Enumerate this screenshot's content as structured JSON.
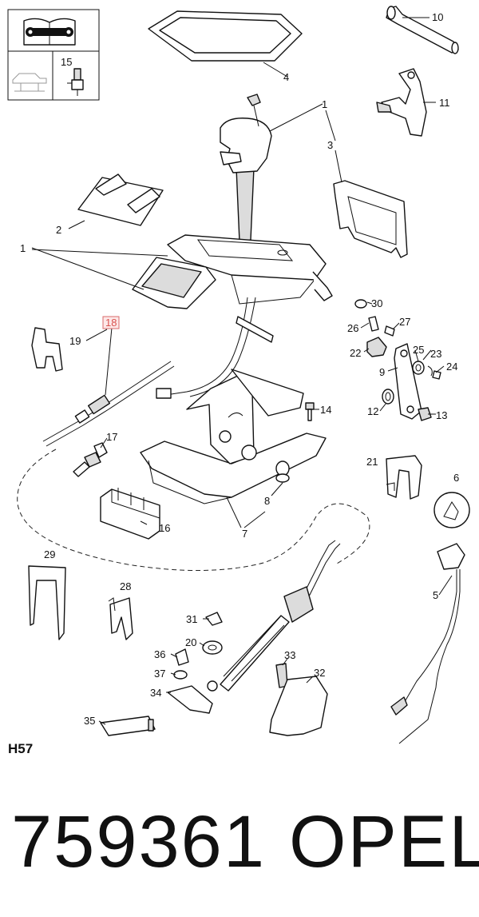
{
  "diagram_code": "H57",
  "part_number": "759361",
  "brand": "OPEL",
  "highlighted_ref": "18",
  "callouts": [
    "1",
    "2",
    "3",
    "4",
    "5",
    "6",
    "7",
    "8",
    "9",
    "10",
    "11",
    "12",
    "13",
    "14",
    "15",
    "16",
    "17",
    "18",
    "19",
    "20",
    "21",
    "22",
    "23",
    "24",
    "25",
    "26",
    "27",
    "28",
    "29",
    "30",
    "31",
    "32",
    "33",
    "34",
    "35",
    "36",
    "37"
  ],
  "icon_box": {
    "label": "15"
  }
}
